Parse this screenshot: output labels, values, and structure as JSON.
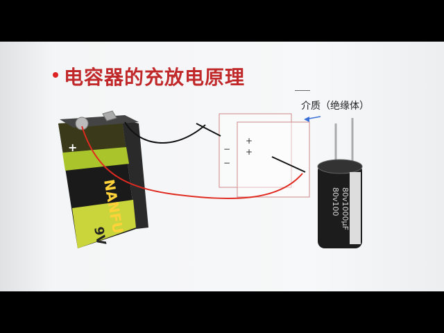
{
  "slide": {
    "title": "电容器的充放电原理",
    "medium_label": "介质（绝缘体）",
    "plate_signs": {
      "negative": [
        "−",
        "−"
      ],
      "positive": [
        "+",
        "+"
      ]
    }
  },
  "battery": {
    "brand": "NANFU",
    "voltage": "9V",
    "terminal_plus": "+"
  },
  "capacitor": {
    "label_line1": "80v100",
    "label_line2": "80v1000μF"
  },
  "colors": {
    "title": "#c0282a",
    "wire_red": "#e02a20",
    "wire_black": "#111111",
    "arrow": "#3a6fd8",
    "plate_border": "#d59a9a"
  }
}
